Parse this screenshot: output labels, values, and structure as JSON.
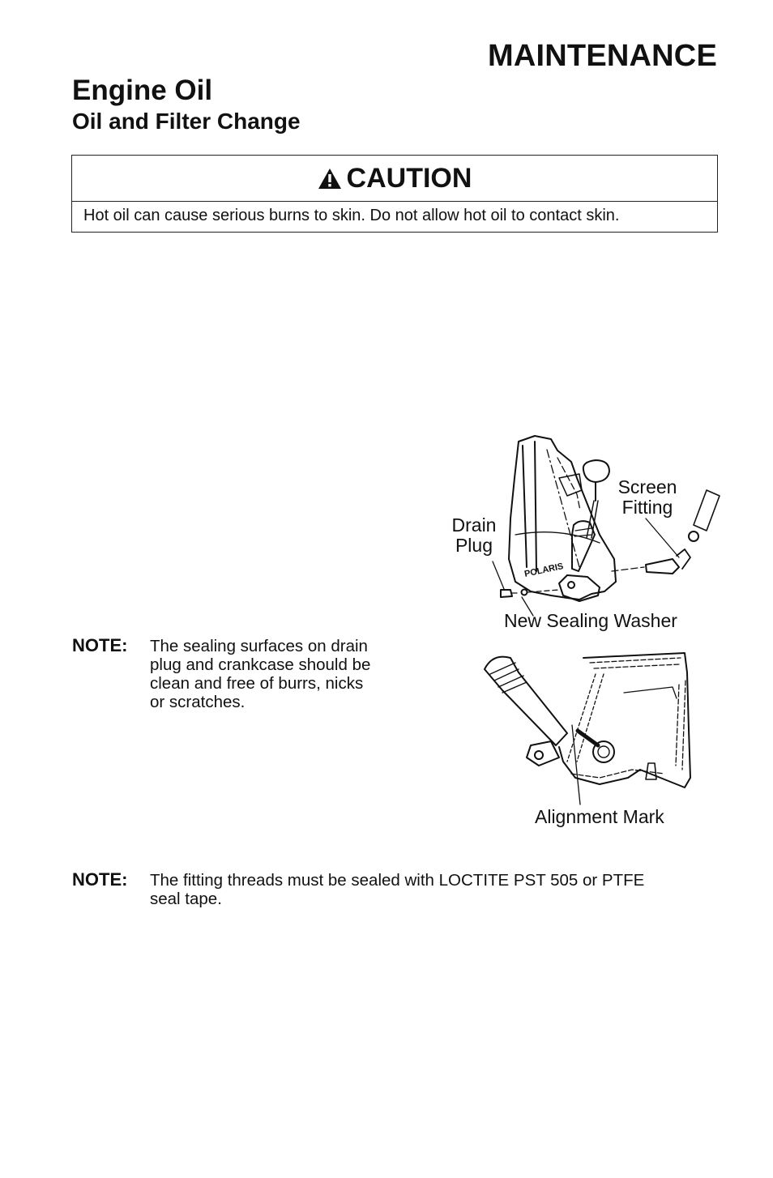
{
  "header": {
    "section": "MAINTENANCE"
  },
  "heading": "Engine Oil",
  "subheading": "Oil and Filter Change",
  "caution": {
    "icon": "warning-triangle-icon",
    "title": "CAUTION",
    "text": "Hot oil can cause serious burns to skin. Do not allow hot oil to contact skin."
  },
  "figure1": {
    "labels": {
      "screen_fitting_line1": "Screen",
      "screen_fitting_line2": "Fitting",
      "drain_plug_line1": "Drain",
      "drain_plug_line2": "Plug",
      "sealing_washer": "New Sealing Washer",
      "brand": "POLARIS"
    }
  },
  "figure2": {
    "labels": {
      "alignment_mark": "Alignment Mark"
    }
  },
  "notes": [
    {
      "label": "NOTE:",
      "lines": [
        "The sealing surfaces on drain",
        "plug and crankcase should be",
        "clean and free of burrs, nicks",
        "or scratches."
      ]
    },
    {
      "label": "NOTE:",
      "lines": [
        "The fitting threads must be sealed with LOCTITE PST 505 or PTFE",
        "seal tape."
      ]
    }
  ]
}
